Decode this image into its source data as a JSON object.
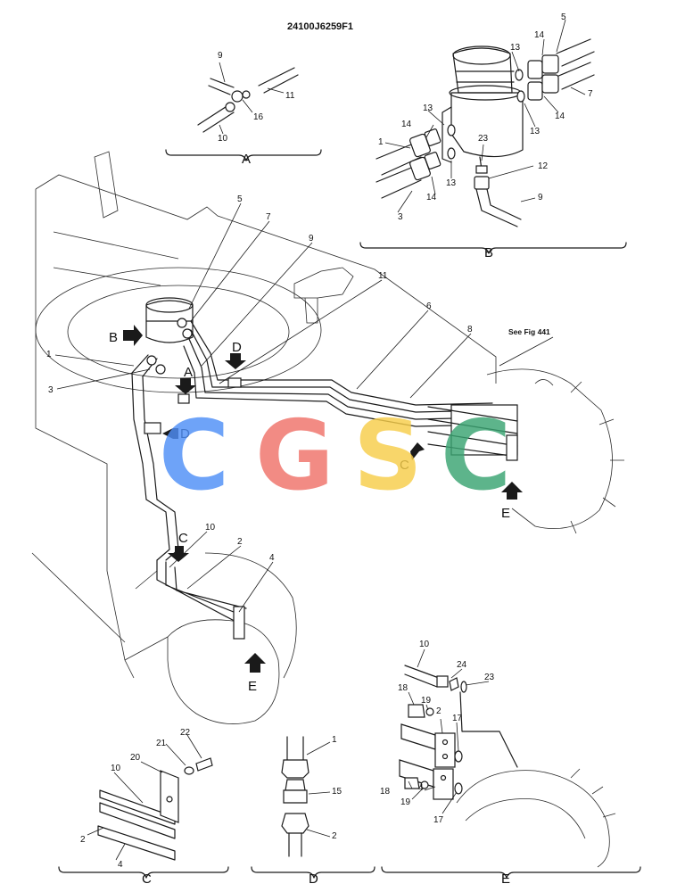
{
  "document": {
    "code": "24100J6259F1",
    "see_ref": "See Fig 441"
  },
  "views": {
    "A": "A",
    "B": "B",
    "C": "C",
    "D": "D",
    "E": "E"
  },
  "watermark": {
    "letters": [
      "C",
      "G",
      "S",
      "C"
    ],
    "colors": [
      "#4f8ff7",
      "#f0726a",
      "#f7ce4a",
      "#3aa472"
    ]
  },
  "callouts": {
    "n1": "1",
    "n2": "2",
    "n3": "3",
    "n4": "4",
    "n5": "5",
    "n6": "6",
    "n7": "7",
    "n8": "8",
    "n9": "9",
    "n10": "10",
    "n11": "11",
    "n12": "12",
    "n13": "13",
    "n14": "14",
    "n15": "15",
    "n16": "16",
    "n17": "17",
    "n18": "18",
    "n19": "19",
    "n20": "20",
    "n21": "21",
    "n22": "22",
    "n23": "23",
    "n24": "24"
  }
}
